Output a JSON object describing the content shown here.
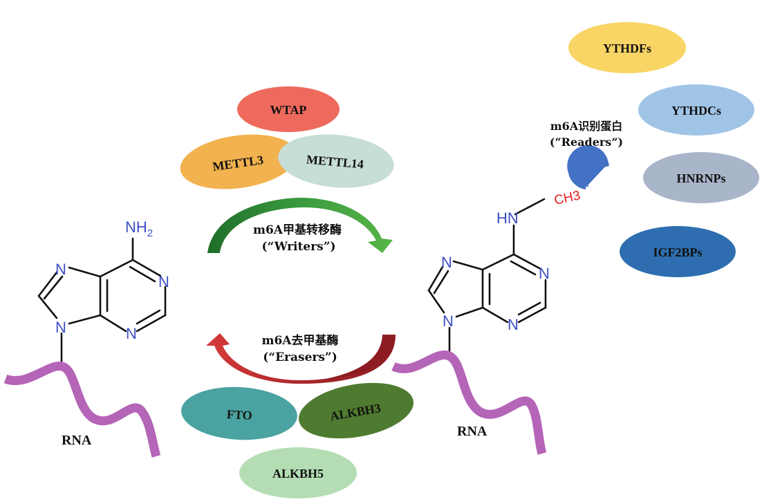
{
  "writers": {
    "caption_line1": "m6A甲基转移酶",
    "caption_line2": "(“Writers”)",
    "proteins": [
      {
        "label": "WTAP",
        "color": "#ee6a5c"
      },
      {
        "label": "METTL3",
        "color": "#f2b24f"
      },
      {
        "label": "METTL14",
        "color": "#c7ddd7"
      }
    ],
    "arrow_color": "#2e8b3a"
  },
  "erasers": {
    "caption_line1": "m6A去甲基酶",
    "caption_line2": "(“Erasers”)",
    "proteins": [
      {
        "label": "FTO",
        "color": "#4aa3a0"
      },
      {
        "label": "ALKBH3",
        "color": "#4e7b30"
      },
      {
        "label": "ALKBH5",
        "color": "#b4ddb3"
      }
    ],
    "arrow_color": "#b02a2a"
  },
  "readers": {
    "caption_line1": "m6A识别蛋白",
    "caption_line2": "(“Readers”)",
    "proteins": [
      {
        "label": "YTHDFs",
        "color": "#f9d565"
      },
      {
        "label": "YTHDCs",
        "color": "#9fc4e6"
      },
      {
        "label": "HNRNPs",
        "color": "#a9b5c9"
      },
      {
        "label": "IGF2BPs",
        "color": "#2e6eb0"
      }
    ],
    "reader_shape_color": "#4372c4"
  },
  "adenine": {
    "amine_label": "NH",
    "amine_subscript": "2",
    "ring_atom": "N",
    "rna_label": "RNA"
  },
  "m6a": {
    "amine_label": "HN",
    "methyl_label": "CH3",
    "methyl_color": "#e41c1c",
    "ring_atom": "N",
    "rna_label": "RNA"
  }
}
